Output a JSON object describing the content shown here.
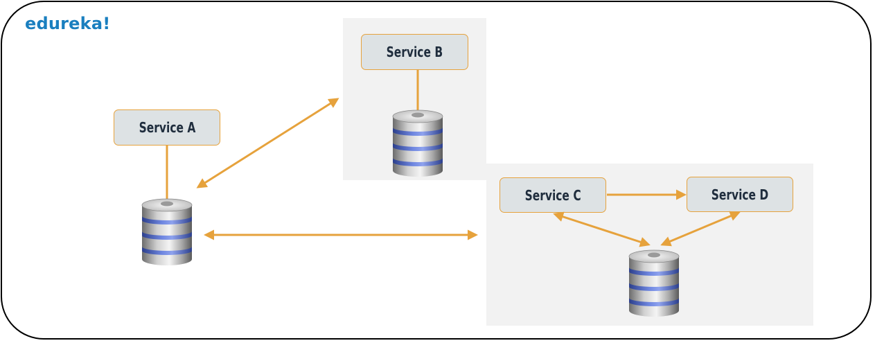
{
  "logo": {
    "text": "edureka!",
    "color": "#1a7fbf"
  },
  "services": {
    "a": "Service A",
    "b": "Service B",
    "c": "Service C",
    "d": "Service D"
  },
  "icons": {
    "database": "database-icon"
  },
  "colors": {
    "arrow": "#e6a23c",
    "box_fill": "#dde2e4",
    "box_border": "#e6a23c",
    "panel": "#f2f2f2",
    "db_band": "#5b73c8"
  }
}
